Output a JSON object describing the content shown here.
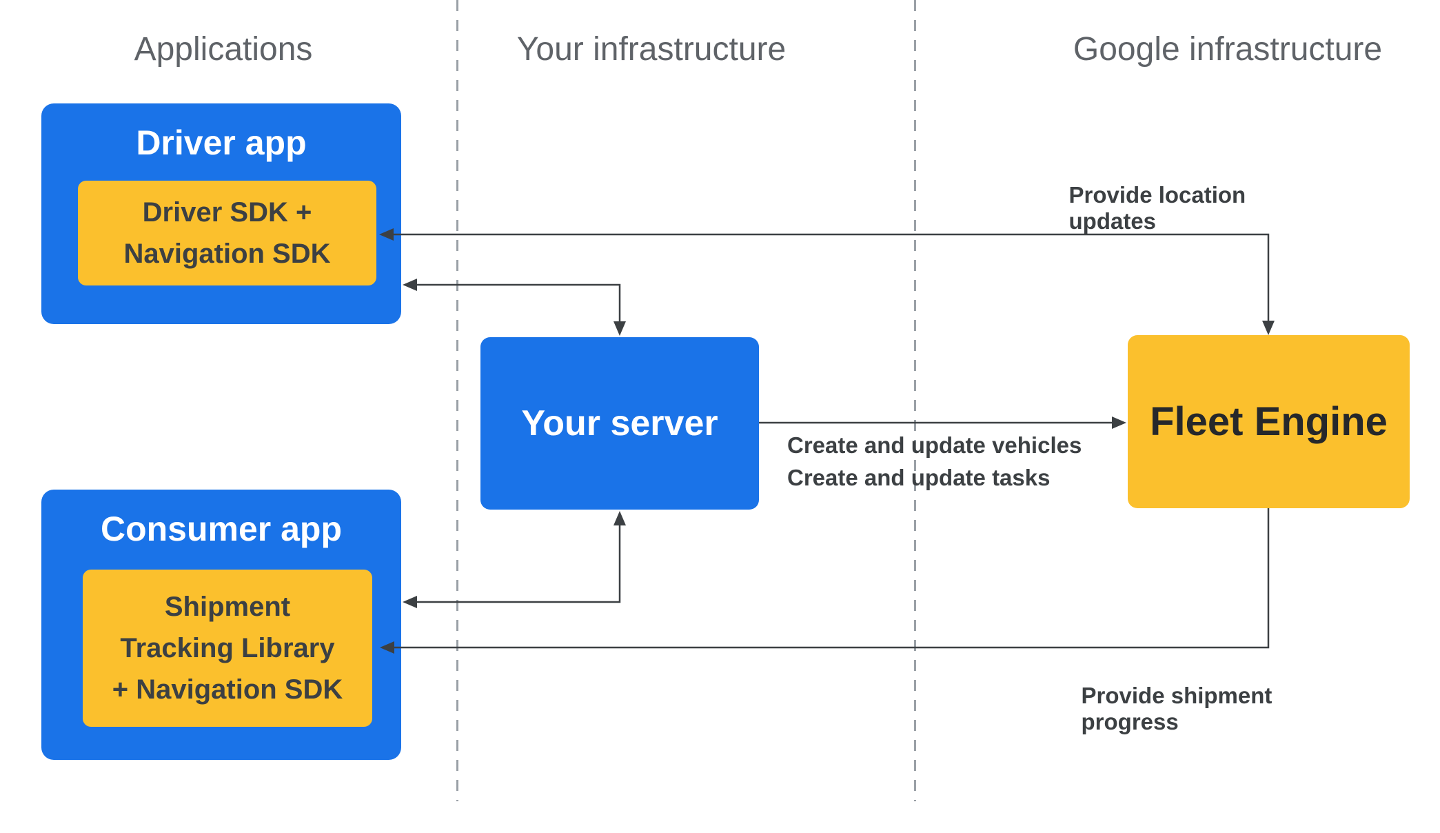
{
  "colors": {
    "blue": "#1A73E8",
    "yellow": "#FBC02D",
    "ink": "#3C4043",
    "muted": "#5F6368",
    "divider": "#9AA0A6",
    "arrow": "#3C4043"
  },
  "columns": [
    {
      "id": "applications",
      "label": "Applications"
    },
    {
      "id": "your-infrastructure",
      "label": "Your infrastructure"
    },
    {
      "id": "google-infrastructure",
      "label": "Google infrastructure"
    }
  ],
  "nodes": {
    "driver_app": {
      "title": "Driver app",
      "component": "Driver SDK +\nNavigation SDK"
    },
    "consumer_app": {
      "title": "Consumer app",
      "component": "Shipment\nTracking Library\n+ Navigation SDK"
    },
    "your_server": {
      "title": "Your server"
    },
    "fleet_engine": {
      "title": "Fleet Engine"
    }
  },
  "edge_labels": {
    "location_updates": "Provide location updates",
    "create_update": "Create and update vehicles\nCreate and update tasks",
    "shipment_progress": "Provide shipment progress"
  },
  "edges": [
    {
      "from": "driver_sdk",
      "to": "fleet_engine",
      "bidirectional": true,
      "label": "Provide location updates"
    },
    {
      "from": "driver_app",
      "to": "your_server",
      "bidirectional": true,
      "label": ""
    },
    {
      "from": "your_server",
      "to": "fleet_engine",
      "bidirectional": false,
      "label": "Create and update vehicles / Create and update tasks"
    },
    {
      "from": "your_server",
      "to": "consumer_app",
      "bidirectional": true,
      "label": ""
    },
    {
      "from": "fleet_engine",
      "to": "consumer_app_library",
      "bidirectional": false,
      "label": "Provide shipment progress"
    }
  ]
}
